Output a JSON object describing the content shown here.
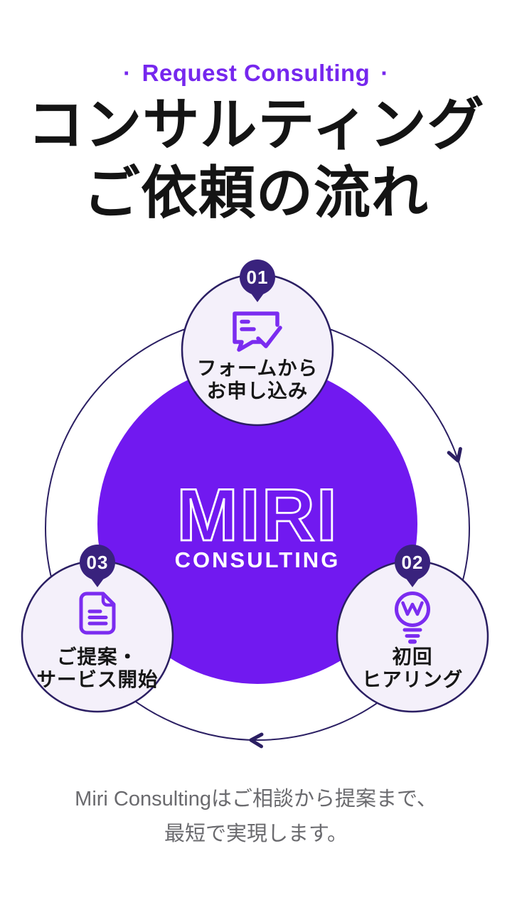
{
  "header": {
    "eyebrow_dot": "·",
    "eyebrow_label": "Request Consulting",
    "title_line1": "コンサルティング",
    "title_line2": "ご依頼の流れ"
  },
  "brand": {
    "name": "MIRI",
    "subtitle": "CONSULTING"
  },
  "steps": [
    {
      "number": "01",
      "icon": "chat-check-icon",
      "label_line1": "フォームから",
      "label_line2": "お申し込み"
    },
    {
      "number": "02",
      "icon": "lightbulb-icon",
      "label_line1": "初回",
      "label_line2": "ヒアリング"
    },
    {
      "number": "03",
      "icon": "document-icon",
      "label_line1": "ご提案・",
      "label_line2": "サービス開始"
    }
  ],
  "caption": {
    "line1": "Miri Consultingはご相談から提案まで、",
    "line2": "最短で実現します。"
  },
  "colors": {
    "accent_purple": "#7119f0",
    "icon_purple": "#7b2cf0",
    "eyebrow_purple": "#7627ee",
    "ring_indigo": "#2b1f63",
    "badge_indigo": "#39227d",
    "satellite_fill": "#f4f0fa",
    "title_black": "#141414",
    "caption_gray": "#6a6a6e"
  }
}
